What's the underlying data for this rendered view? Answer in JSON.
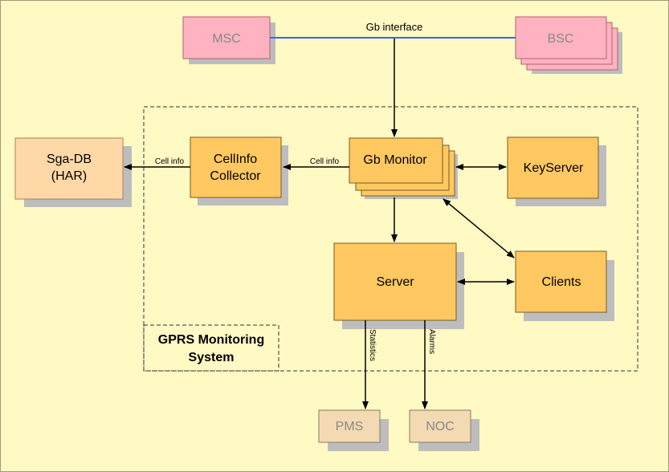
{
  "colors": {
    "background": "#fff9c4",
    "background_border": "#9e9a7a",
    "component_fill": "#ffc860",
    "component_border": "#7a5a20",
    "external_fill": "#ffb3c0",
    "external_border": "#b06070",
    "external_text": "#888888",
    "db_fill": "#ffd8a8",
    "output_fill": "#f3dab2",
    "output_text": "#888888",
    "shadow": "#bdbdbd",
    "gb_line": "#3366ff",
    "arrow": "#000000"
  },
  "nodes": {
    "msc": "MSC",
    "bsc": "BSC",
    "sga_db": [
      "Sga-DB",
      "(HAR)"
    ],
    "cellinfo": [
      "CellInfo",
      "Collector"
    ],
    "gb_monitor": "Gb Monitor",
    "keyserver": "KeyServer",
    "server": "Server",
    "clients": "Clients",
    "pms": "PMS",
    "noc": "NOC"
  },
  "labels": {
    "gb_interface": "Gb interface",
    "cell_info_1": "Cell info",
    "cell_info_2": "Cell info",
    "statistics": "Statistics",
    "alarms": "Alarms"
  },
  "system_label": [
    "GPRS Monitoring",
    "System"
  ]
}
